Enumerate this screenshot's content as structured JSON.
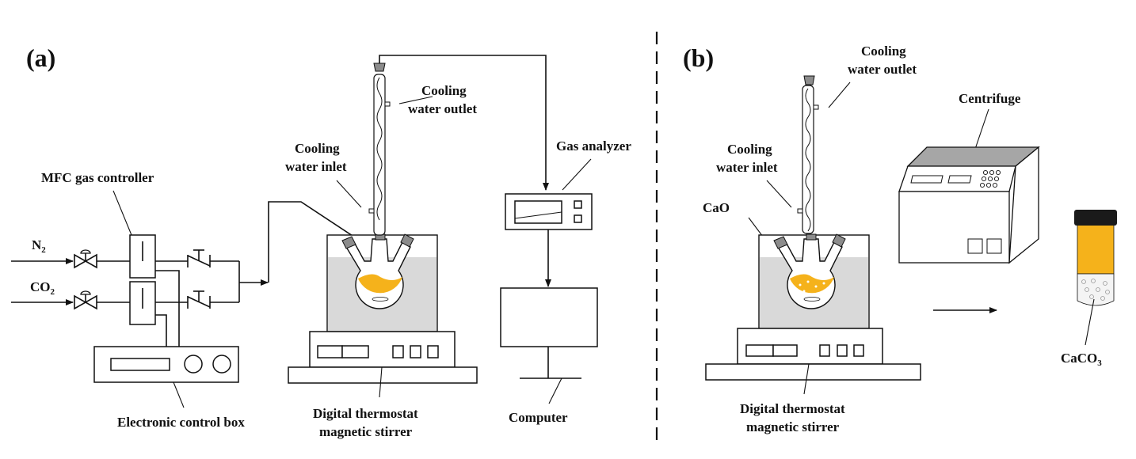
{
  "panels": {
    "a": {
      "label": "(a)"
    },
    "b": {
      "label": "(b)"
    }
  },
  "labels": {
    "a": {
      "mfc": "MFC gas controller",
      "n2": "N",
      "n2_sub": "2",
      "co2": "CO",
      "co2_sub": "2",
      "control_box": "Electronic control box",
      "cooling_inlet_1": "Cooling",
      "cooling_inlet_2": "water inlet",
      "cooling_outlet_1": "Cooling",
      "cooling_outlet_2": "water outlet",
      "stirrer_1": "Digital thermostat",
      "stirrer_2": "magnetic stirrer",
      "gas_analyzer": "Gas analyzer",
      "computer": "Computer"
    },
    "b": {
      "cooling_outlet_1": "Cooling",
      "cooling_outlet_2": "water outlet",
      "cooling_inlet_1": "Cooling",
      "cooling_inlet_2": "water inlet",
      "cao": "CaO",
      "centrifuge": "Centrifuge",
      "caco3": "CaCO",
      "caco3_sub": "3",
      "stirrer_1": "Digital thermostat",
      "stirrer_2": "magnetic stirrer"
    }
  },
  "colors": {
    "liquid": "#F5B21B",
    "bath": "#D9D9D9",
    "stopper": "#8C8C8C",
    "centrifuge_top": "#A6A6A6",
    "cap": "#1A1A1A",
    "line": "#111111"
  }
}
